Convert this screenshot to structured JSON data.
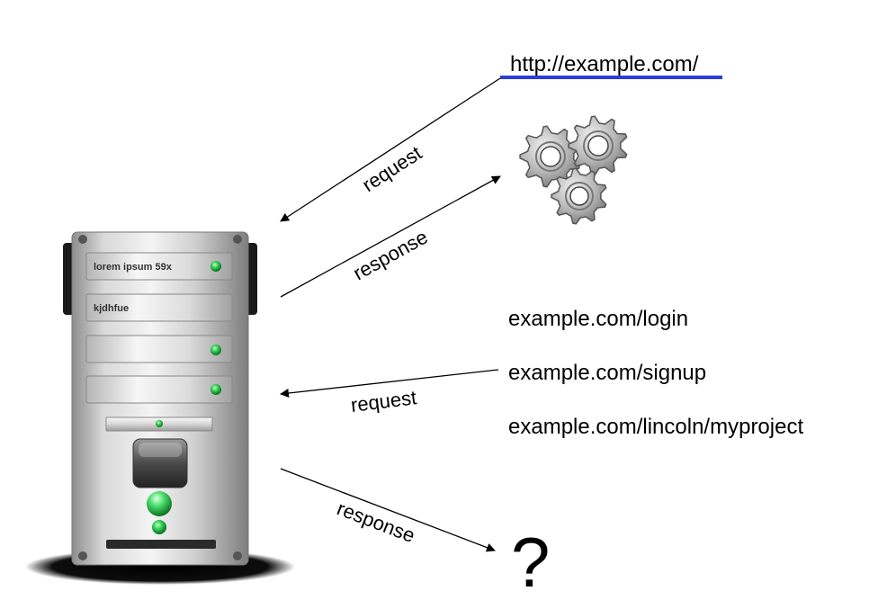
{
  "server": {
    "drive_label_1": "lorem ipsum 59x",
    "drive_label_2": "kjdhfue"
  },
  "top": {
    "url": "http://example.com/",
    "request_label": "request",
    "response_label": "response"
  },
  "bottom": {
    "urls": [
      "example.com/login",
      "example.com/signup",
      "example.com/lincoln/myproject"
    ],
    "request_label": "request",
    "response_label": "response",
    "unknown_symbol": "?"
  },
  "colors": {
    "url_underline": "#2a3fd6",
    "led_green": "#2ecc40",
    "arrow": "#000000"
  },
  "icons": [
    "server-icon",
    "gears-icon"
  ]
}
